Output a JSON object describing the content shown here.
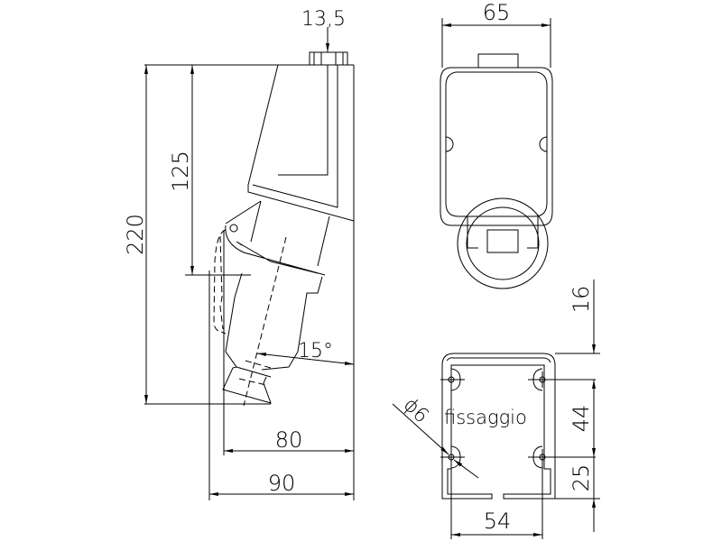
{
  "side_view": {
    "dim_cable": "13,5",
    "dim_height": "220",
    "dim_upper": "125",
    "dim_angle": "15°",
    "dim_depth_inner": "80",
    "dim_depth_outer": "90"
  },
  "front_view": {
    "dim_width": "65"
  },
  "mounting_view": {
    "label": "fissaggio",
    "dim_hole": "ϕ6",
    "dim_top": "16",
    "dim_middle": "44",
    "dim_bottom": "25",
    "dim_width": "54"
  }
}
